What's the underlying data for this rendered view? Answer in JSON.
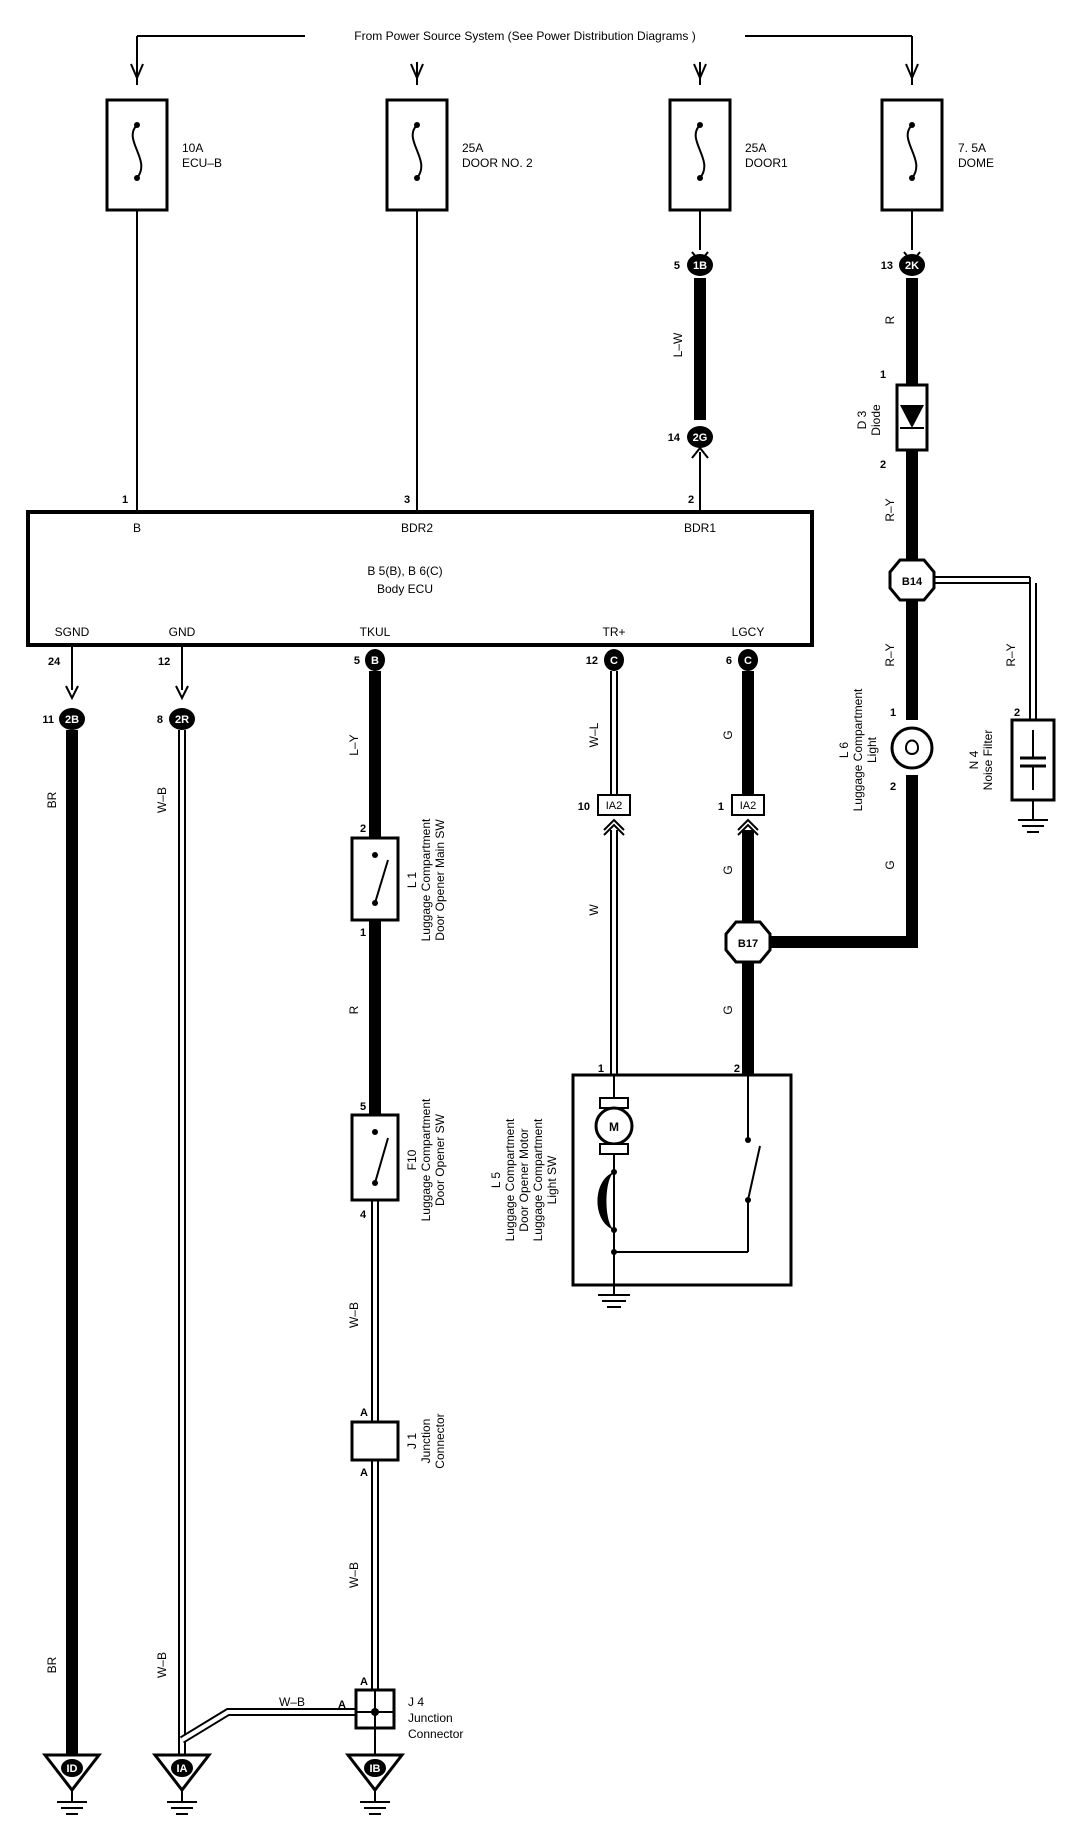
{
  "header": {
    "power_source": "From Power Source System (See Power Distribution Diagrams )"
  },
  "fuses": [
    {
      "amp": "10A",
      "name": "ECU–B"
    },
    {
      "amp": "25A",
      "name": "DOOR NO. 2"
    },
    {
      "amp": "25A",
      "name": "DOOR1"
    },
    {
      "amp": "7. 5A",
      "name": "DOME"
    }
  ],
  "ecu": {
    "ref": "B 5(B), B 6(C)",
    "name": "Body ECU",
    "top_terminals": [
      {
        "pin": "1",
        "name": "B"
      },
      {
        "pin": "3",
        "name": "BDR2"
      },
      {
        "pin": "2",
        "name": "BDR1"
      }
    ],
    "bottom_terminals": [
      {
        "pin": "24",
        "name": "SGND"
      },
      {
        "pin": "12",
        "name": "GND"
      },
      {
        "pin": "5",
        "name": "TKUL",
        "conn": "B"
      },
      {
        "pin": "12",
        "name": "TR+",
        "conn": "C"
      },
      {
        "pin": "6",
        "name": "LGCY",
        "conn": "C"
      }
    ]
  },
  "connectors": {
    "c1B": {
      "label": "1B",
      "pin": "5"
    },
    "c2G": {
      "label": "2G",
      "pin": "14"
    },
    "c2K": {
      "label": "2K",
      "pin": "13"
    },
    "c2B": {
      "label": "2B",
      "pin": "11"
    },
    "c2R": {
      "label": "2R",
      "pin": "8"
    },
    "ia2_left": {
      "label": "IA2",
      "pin": "10"
    },
    "ia2_right": {
      "label": "IA2",
      "pin": "1"
    },
    "b14": {
      "label": "B14"
    },
    "b17": {
      "label": "B17"
    }
  },
  "wires": {
    "lw": "L–W",
    "r_top": "R",
    "ry1": "R–Y",
    "ry2": "R–Y",
    "ry3": "R–Y",
    "br_top": "BR",
    "wb_left_top": "W–B",
    "ly": "L–Y",
    "wl": "W–L",
    "g1": "G",
    "w": "W",
    "g2": "G",
    "g3": "G",
    "g4": "G",
    "r_mid": "R",
    "wb_mid1": "W–B",
    "wb_mid2": "W–B",
    "br_bottom": "BR",
    "wb_left_bottom": "W–B",
    "wb_horizontal": "W–B"
  },
  "components": {
    "d3": {
      "ref": "D 3",
      "name": "Diode",
      "pin_top": "1",
      "pin_bottom": "2"
    },
    "l6": {
      "ref": "L 6",
      "name1": "Luggage Compartment",
      "name2": "Light",
      "pin_top": "1",
      "pin_bottom": "2"
    },
    "n4": {
      "ref": "N 4",
      "name": "Noise Filter",
      "pin": "2"
    },
    "l1": {
      "ref": "L 1",
      "name1": "Luggage Compartment",
      "name2": "Door Opener Main SW",
      "pin_top": "2",
      "pin_bottom": "1"
    },
    "f10": {
      "ref": "F10",
      "name1": "Luggage Compartment",
      "name2": "Door Opener SW",
      "pin_top": "5",
      "pin_bottom": "4"
    },
    "j1": {
      "ref": "J 1",
      "name1": "Junction",
      "name2": "Connector",
      "pin_top": "A",
      "pin_bottom": "A"
    },
    "j4": {
      "ref": "J 4",
      "name1": "Junction",
      "name2": "Connector",
      "pin_top": "A",
      "pin_left": "A"
    },
    "l5": {
      "ref": "L 5",
      "name1": "Luggage Compartment",
      "name2": "Door Opener Motor",
      "name3": "Luggage Compartment",
      "name4": "Light SW",
      "pin1": "1",
      "pin2": "2",
      "motor": "M"
    }
  },
  "grounds": [
    {
      "label": "ID"
    },
    {
      "label": "IA"
    },
    {
      "label": "IB"
    }
  ]
}
